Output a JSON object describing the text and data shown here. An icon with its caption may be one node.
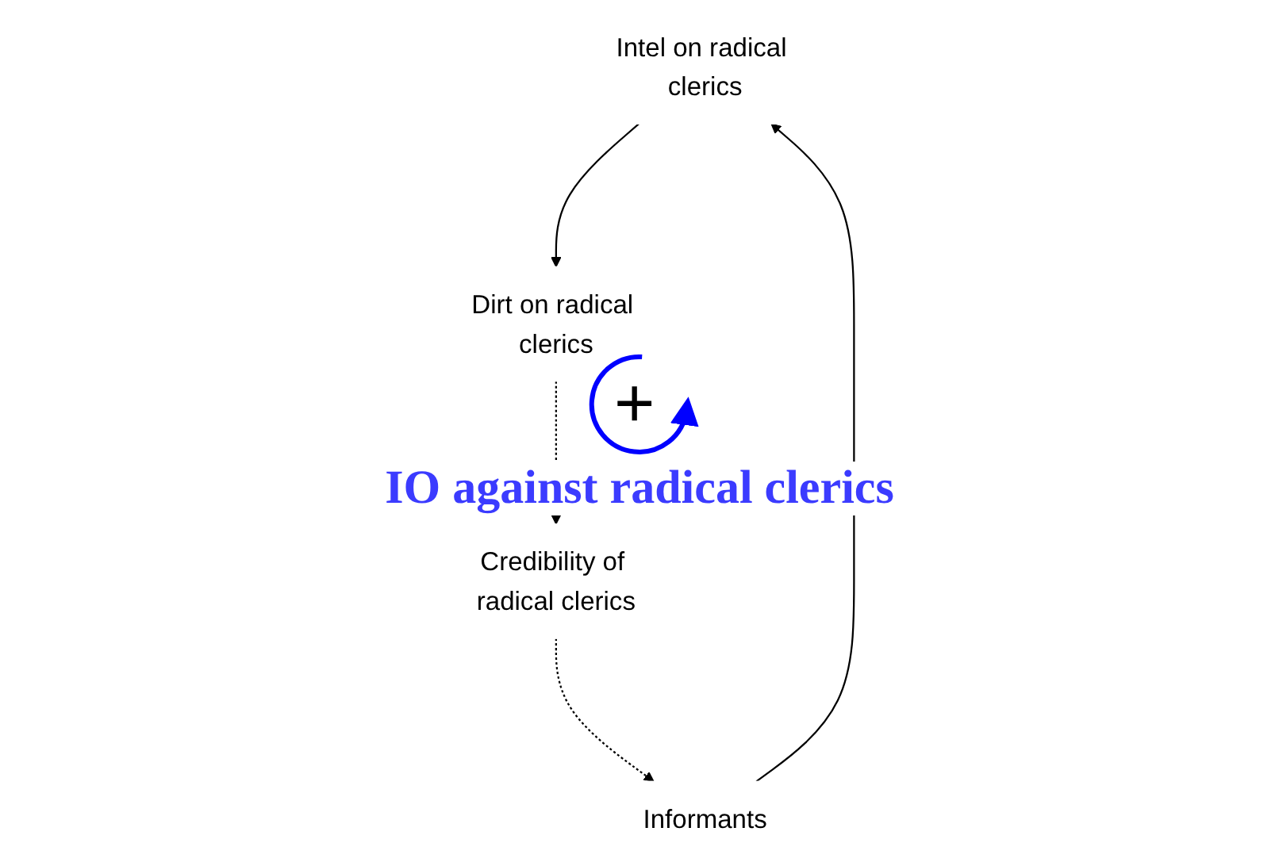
{
  "diagram": {
    "nodes": [
      {
        "text": [
          "Intel on radical clerics"
        ]
      },
      {
        "text": [
          "Informants"
        ]
      },
      {
        "text": [
          "Dirt on radical clerics"
        ]
      },
      {
        "text": [
          "Credibility of radical clerics"
        ]
      }
    ],
    "edges": [
      {
        "from": 1,
        "to": 0,
        "arrow": "to"
      },
      {
        "from": 0,
        "to": 2,
        "arrow": "to"
      },
      {
        "from": 2,
        "to": 3,
        "arrow": "to",
        "style": "dashed"
      },
      {
        "from": 3,
        "to": 1,
        "arrow": "to",
        "style": "dashed"
      }
    ],
    "labels": [
      "+",
      "IO against radical clerics"
    ]
  }
}
